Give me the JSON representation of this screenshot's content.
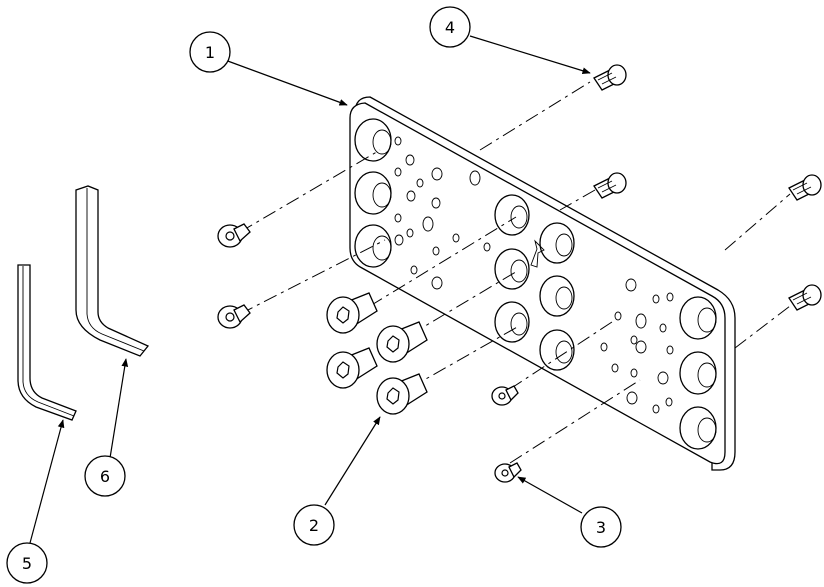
{
  "drawing": {
    "type": "exploded-assembly",
    "balloons": [
      {
        "id": "balloon-1",
        "label": "1"
      },
      {
        "id": "balloon-2",
        "label": "2"
      },
      {
        "id": "balloon-3",
        "label": "3"
      },
      {
        "id": "balloon-4",
        "label": "4"
      },
      {
        "id": "balloon-5",
        "label": "5"
      },
      {
        "id": "balloon-6",
        "label": "6"
      }
    ]
  }
}
